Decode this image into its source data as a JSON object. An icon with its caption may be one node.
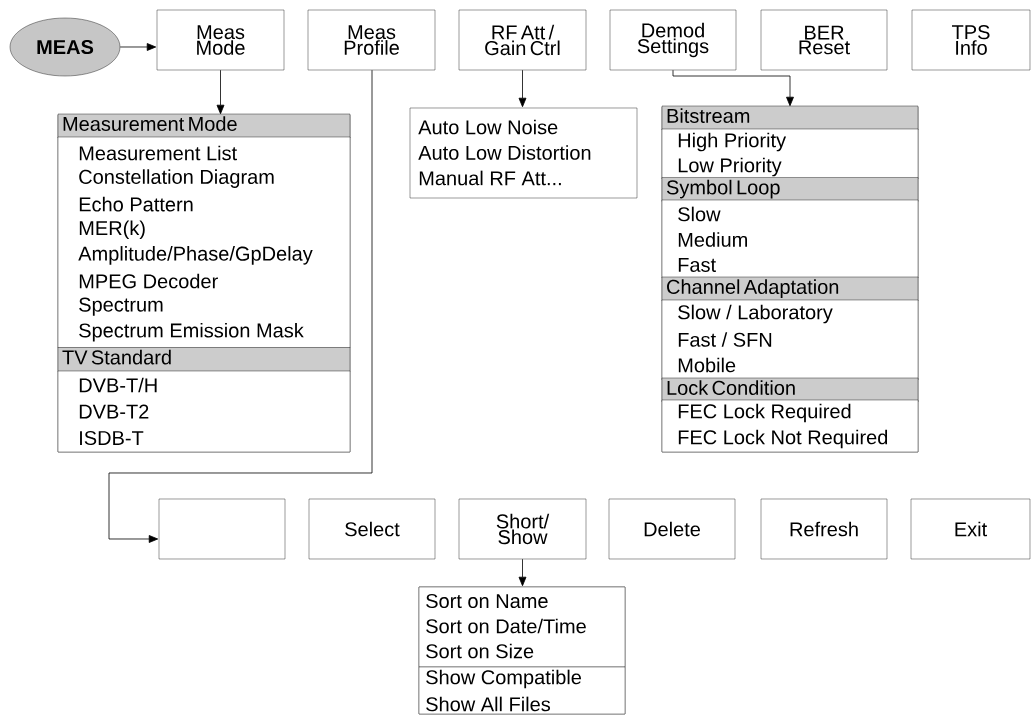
{
  "diagram": {
    "nodes": [
      {
        "text": [
          "MEAS"
        ]
      },
      {
        "text": [
          "Meas Mode"
        ]
      },
      {
        "text": [
          "Meas Profile"
        ]
      },
      {
        "text": [
          "RF Att / Gain Ctrl"
        ]
      },
      {
        "text": [
          "Demod Settings"
        ]
      },
      {
        "text": [
          "BER Reset"
        ]
      },
      {
        "text": [
          "TPS Info"
        ]
      },
      {
        "text": [],
        "shape": "box"
      },
      {
        "text": [
          "Measurement Mode"
        ],
        "in": 7
      },
      {
        "text": [
          "Measurement List",
          "Constellation Diagram",
          "Echo Pattern",
          "MER(k)",
          "Amplitude/Phase/GpDelay",
          "MPEG Decoder",
          "Spectrum",
          "Spectrum Emission Mask"
        ],
        "in": 7
      },
      {
        "text": [
          "TV Standard"
        ],
        "in": 7
      },
      {
        "text": [
          "DVB-T/H",
          "DVB-T2",
          "ISDB-T"
        ],
        "in": 7
      },
      {
        "text": [
          "Auto Low Noise",
          "Auto Low Distortion",
          "Manual RF Att..."
        ]
      },
      {
        "text": [],
        "shape": "box"
      },
      {
        "text": [
          "Bitstream"
        ],
        "in": 13
      },
      {
        "text": [
          "High Priority",
          "Low Priority"
        ],
        "in": 13
      },
      {
        "text": [
          "Symbol Loop"
        ],
        "in": 13
      },
      {
        "text": [
          "Slow",
          "Medium",
          "Fast"
        ],
        "in": 13
      },
      {
        "text": [
          "Channel Adaptation"
        ],
        "in": 13
      },
      {
        "text": [
          "Slow / Laboratory",
          "Fast / SFN",
          "Mobile"
        ],
        "in": 13
      },
      {
        "text": [
          "Lock Condition"
        ],
        "in": 13
      },
      {
        "text": [
          "FEC Lock Required",
          "FEC Lock Not Required"
        ],
        "in": 13
      },
      {
        "text": [],
        "shape": "box"
      },
      {
        "text": [
          "Select"
        ]
      },
      {
        "text": [
          "Short/ Show"
        ]
      },
      {
        "text": [
          "Delete"
        ]
      },
      {
        "text": [
          "Refresh"
        ]
      },
      {
        "text": [
          "Exit"
        ]
      },
      {
        "text": [],
        "shape": "box"
      },
      {
        "text": [
          "Sort on Name",
          "Sort on Date/Time",
          "Sort on Size"
        ],
        "in": 28
      },
      {
        "text": [
          "Show Compatible",
          "Show All Files"
        ],
        "in": 28
      }
    ],
    "edges": [
      {
        "from": 0,
        "to": 1,
        "arrow": "to"
      },
      {
        "from": 1,
        "to": 7,
        "arrow": "to"
      },
      {
        "from": 2,
        "to": 22,
        "arrow": "to"
      },
      {
        "from": 3,
        "to": 12,
        "arrow": "to"
      },
      {
        "from": 4,
        "to": 13,
        "arrow": "to"
      },
      {
        "from": 24,
        "to": 28,
        "arrow": "to"
      }
    ]
  }
}
